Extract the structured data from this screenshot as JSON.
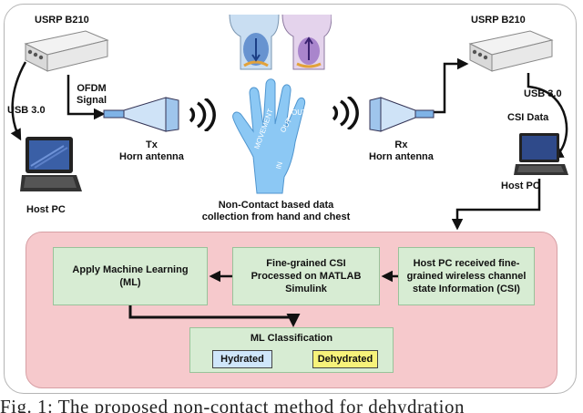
{
  "diagram": {
    "usrp_tx_label": "USRP B210",
    "usrp_rx_label": "USRP B210",
    "usb_left": "USB 3.0",
    "usb_right": "USB 3.0",
    "ofdm_label": "OFDM\nSignal",
    "csi_data_label": "CSI Data",
    "tx_label": "Tx\nHorn antenna",
    "rx_label": "Rx\nHorn antenna",
    "host_pc_left": "Host PC",
    "host_pc_right": "Host PC",
    "collection_label": "Non-Contact based data\ncollection from hand and chest",
    "hand_words": [
      "OUT",
      "OUT",
      "MOVEMENT",
      "IN"
    ],
    "box_ml": "Apply Machine Learning\n(ML)",
    "box_csi": "Fine-grained CSI\nProcessed on MATLAB\nSimulink",
    "box_host": "Host PC received fine-\ngrained wireless channel\nstate Information (CSI)",
    "ml_classification_title": "ML Classification",
    "class_hydrated": "Hydrated",
    "class_dehydrated": "Dehydrated",
    "colors": {
      "pink_panel": "#f6c9cc",
      "green_box": "#d7ecd3",
      "hydrated": "#cfe6fb",
      "dehydrated": "#f7f27a",
      "hand": "#8cc8f4"
    }
  },
  "caption": "Fig. 1: The proposed non-contact method for dehydration"
}
